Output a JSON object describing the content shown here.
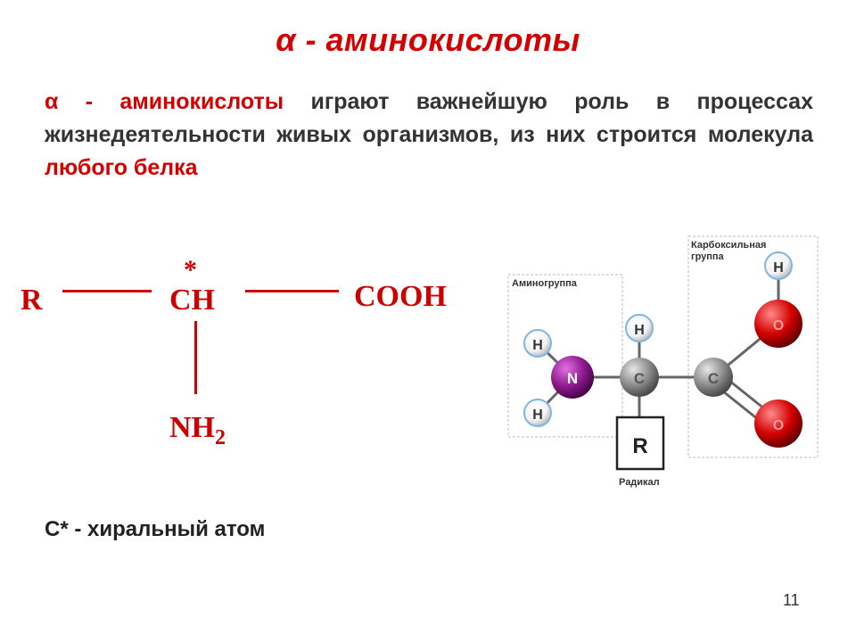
{
  "slide": {
    "title": "α - аминокислоты",
    "paragraph": {
      "lead": "α - аминокислоты",
      "text": " играют важнейшую роль в процессах жизнедеятельности живых организмов, из них строится молекула ",
      "highlight": "любого белка"
    },
    "formula": {
      "r": "R",
      "star": "*",
      "ch": "CH",
      "cooh": "COOH",
      "nh": "NH",
      "nh_sub": "2"
    },
    "model": {
      "amino_label": "Аминогруппа",
      "carboxyl_label_line1": "Карбоксильная",
      "carboxyl_label_line2": "группа",
      "radical_label": "Радикал",
      "atom_h": "H",
      "atom_n": "N",
      "atom_c": "C",
      "atom_o": "O",
      "radical_r": "R"
    },
    "chiral_note": "С* - хиральный атом",
    "page_number": "11"
  },
  "colors": {
    "accent_red": "#d40000",
    "text_dark": "#333333",
    "nitrogen": "#8e1a8e",
    "carbon": "#8a8a8a",
    "oxygen": "#d40000",
    "hydrogen": "#ffffff"
  }
}
